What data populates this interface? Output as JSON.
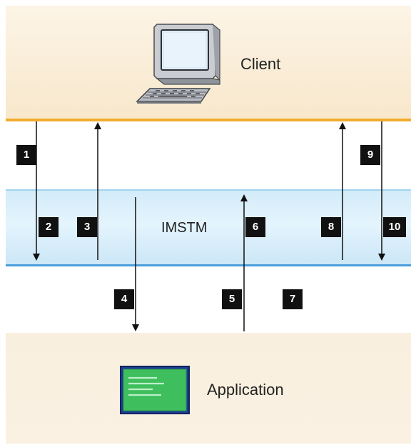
{
  "client": {
    "label": "Client"
  },
  "imstm": {
    "label": "IMSTM"
  },
  "application": {
    "label": "Application"
  },
  "steps": [
    "1",
    "2",
    "3",
    "4",
    "5",
    "6",
    "7",
    "8",
    "9",
    "10"
  ],
  "colors": {
    "client_band": "#f8e8cc",
    "client_border": "#f2ab2c",
    "imstm_band": "#d3ecf9",
    "imstm_border": "#4a9fdc",
    "application_band": "#f9efdf",
    "badge": "#111111",
    "arrow": "#111111"
  },
  "icons": {
    "client": "desktop-computer-icon",
    "application": "application-window-icon"
  }
}
